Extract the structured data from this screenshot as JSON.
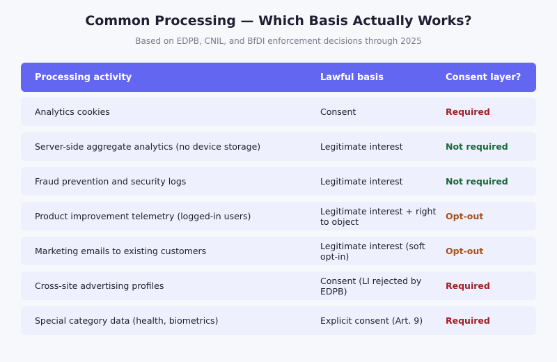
{
  "title": "Common Processing — Which Basis Actually Works?",
  "subtitle": "Based on EDPB, CNIL, and BfDI enforcement decisions through 2025",
  "columns": [
    "Processing activity",
    "Lawful basis",
    "Consent layer?"
  ],
  "status_colors": {
    "Required": "#a01f24",
    "Not required": "#17693a",
    "Opt-out": "#a8511a"
  },
  "rows": [
    {
      "activity": "Analytics cookies",
      "basis": "Consent",
      "consent": "Required"
    },
    {
      "activity": "Server-side aggregate analytics (no device storage)",
      "basis": "Legitimate interest",
      "consent": "Not required"
    },
    {
      "activity": "Fraud prevention and security logs",
      "basis": "Legitimate interest",
      "consent": "Not required"
    },
    {
      "activity": "Product improvement telemetry (logged-in users)",
      "basis": "Legitimate interest + right to object",
      "consent": "Opt-out"
    },
    {
      "activity": "Marketing emails to existing customers",
      "basis": "Legitimate interest (soft opt-in)",
      "consent": "Opt-out"
    },
    {
      "activity": "Cross-site advertising profiles",
      "basis": "Consent (LI rejected by EDPB)",
      "consent": "Required"
    },
    {
      "activity": "Special category data (health, biometrics)",
      "basis": "Explicit consent (Art. 9)",
      "consent": "Required"
    }
  ]
}
